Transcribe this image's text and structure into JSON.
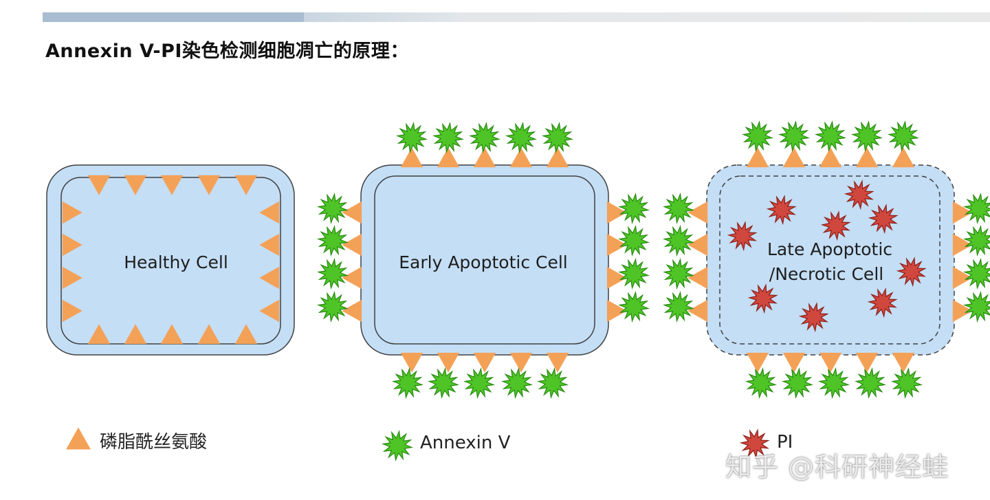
{
  "title": "Annexin V-PI染色检测细胞凋亡的原理：",
  "cells": [
    {
      "label": "Healthy Cell"
    },
    {
      "label": "Early Apoptotic Cell"
    },
    {
      "label_line1": "Late Apoptotic",
      "label_line2": "/Necrotic Cell"
    }
  ],
  "legend": {
    "phosphatidylserine": "磷脂酰丝氨酸",
    "annexin": "Annexin V",
    "pi": "PI"
  },
  "watermark": "知乎 @科研神经蛙",
  "colors": {
    "cell_fill": "#c4def5",
    "cell_stroke": "#404040",
    "phosphatidylserine": "#f4a158",
    "annexin_v": "#4fc426",
    "annexin_v_stroke": "#258a0f",
    "pi": "#d0473e",
    "pi_stroke": "#8c1f19"
  },
  "icons": {
    "phosphatidylserine": "triangle",
    "annexin_v": "green-starburst",
    "pi": "red-starburst"
  }
}
